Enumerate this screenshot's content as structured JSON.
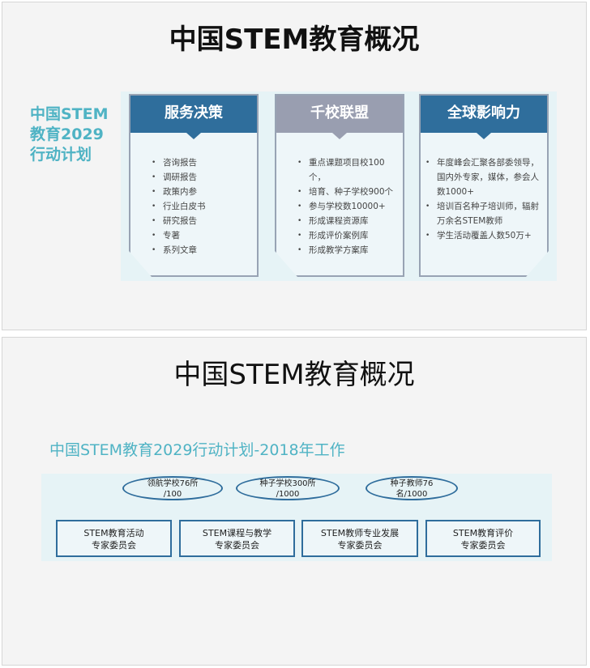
{
  "slide1": {
    "title": "中国STEM教育概况",
    "side_label": [
      "中国STEM",
      "教育2029",
      "行动计划"
    ],
    "cards": [
      {
        "title": "服务决策",
        "color": "#2f6e9c",
        "items": [
          "咨询报告",
          "调研报告",
          "政策内参",
          "行业白皮书",
          "研究报告",
          "专著",
          "系列文章"
        ]
      },
      {
        "title": "千校联盟",
        "color": "#999eb0",
        "items": [
          "重点课题项目校100个，",
          "培育、种子学校900个",
          "参与学校数10000+",
          "形成课程资源库",
          "形成评价案例库",
          "形成教学方案库"
        ]
      },
      {
        "title": "全球影响力",
        "color": "#2f6e9c",
        "items": [
          "年度峰会汇聚各部委领导，国内外专家，媒体，参会人数1000+",
          "培训百名种子培训师，辐射万余名STEM教师",
          "学生活动覆盖人数50万+"
        ]
      }
    ]
  },
  "slide2": {
    "title": "中国STEM教育概况",
    "subtitle": "中国STEM教育2029行动计划-2018年工作",
    "ellipses": [
      [
        "领航学校76所",
        "/100"
      ],
      [
        "种子学校300所",
        "/1000"
      ],
      [
        "种子教师76",
        "名/1000"
      ]
    ],
    "committees": [
      [
        "STEM教育活动",
        "专家委员会"
      ],
      [
        "STEM课程与教学",
        "专家委员会"
      ],
      [
        "STEM教师专业发展",
        "专家委员会"
      ],
      [
        "STEM教育评价",
        "专家委员会"
      ]
    ]
  }
}
